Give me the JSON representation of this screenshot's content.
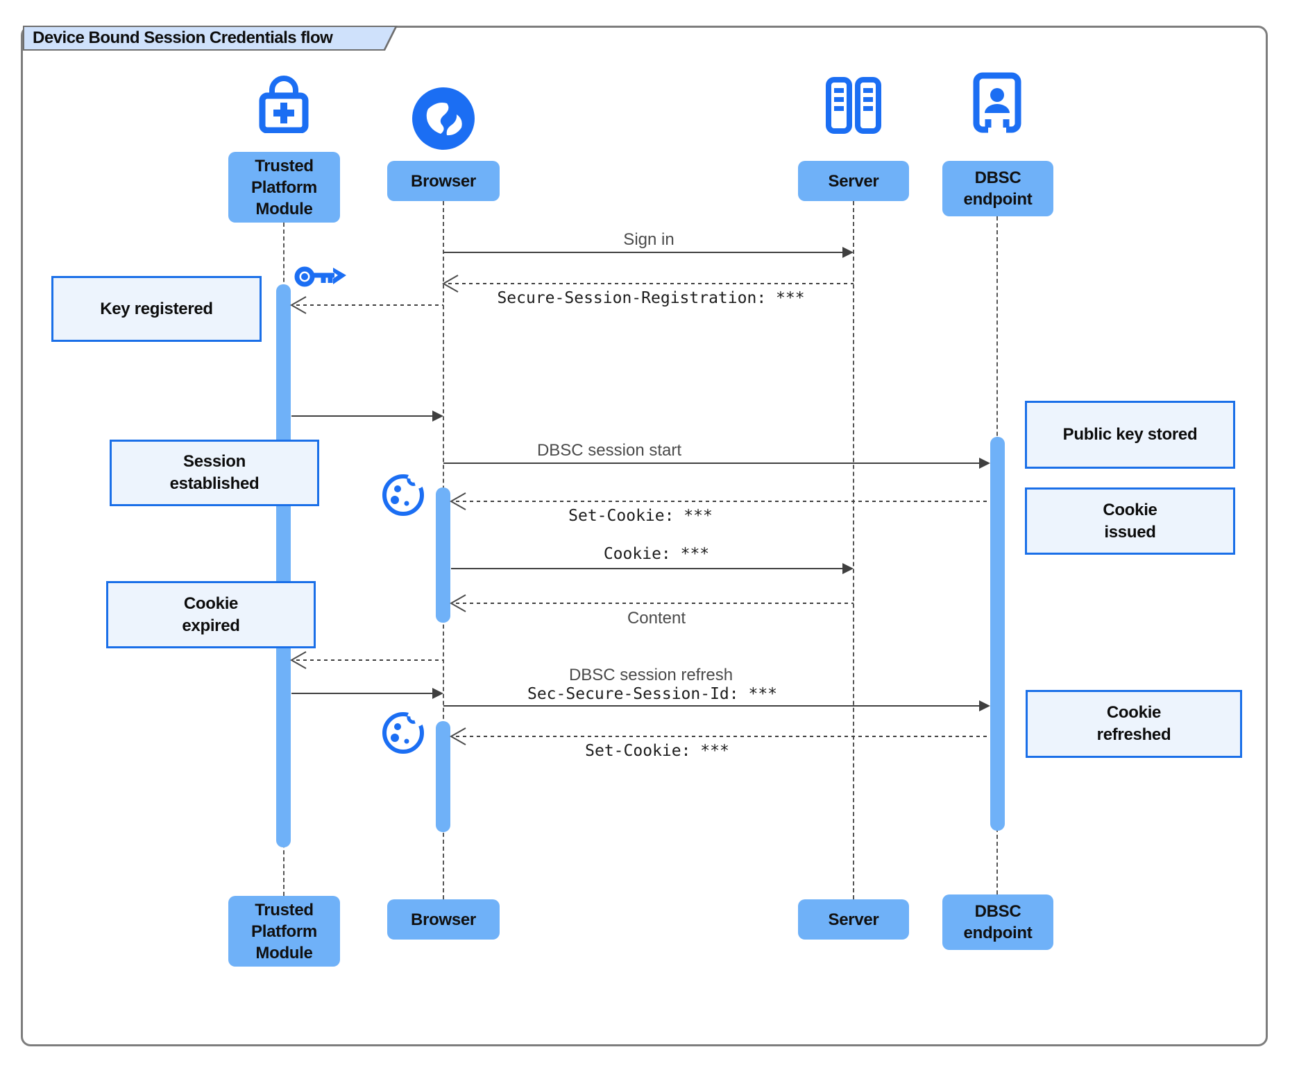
{
  "title": {
    "text": "Device Bound Session Credentials flow"
  },
  "actors": {
    "tpm": {
      "label": "Trusted\nPlatform\nModule"
    },
    "browser": {
      "label": "Browser"
    },
    "server": {
      "label": "Server"
    },
    "dbsc": {
      "label": "DBSC\nendpoint"
    }
  },
  "messages": {
    "sign_in": "Sign in",
    "registration": "Secure-Session-Registration: ***",
    "session_start": "DBSC session start",
    "set_cookie_1": "Set-Cookie: ***",
    "cookie": "Cookie: ***",
    "content": "Content",
    "refresh_line1": "DBSC session refresh",
    "refresh_line2": "Sec-Secure-Session-Id: ***",
    "set_cookie_2": "Set-Cookie: ***"
  },
  "notes": {
    "key_registered": "Key registered",
    "session_established": "Session\nestablished",
    "cookie_expired": "Cookie\nexpired",
    "public_key_stored": "Public key stored",
    "cookie_issued": "Cookie\nissued",
    "cookie_refreshed": "Cookie\nrefreshed"
  },
  "colors": {
    "icon_blue": "#1b6ef3",
    "actor_fill": "#6fb1f8",
    "note_fill": "#edf4fd",
    "note_border": "#1a6fe8",
    "title_fill": "#cfe1fb",
    "frame_gray": "#7d7d7d",
    "line_dark": "#3f3f3f"
  }
}
